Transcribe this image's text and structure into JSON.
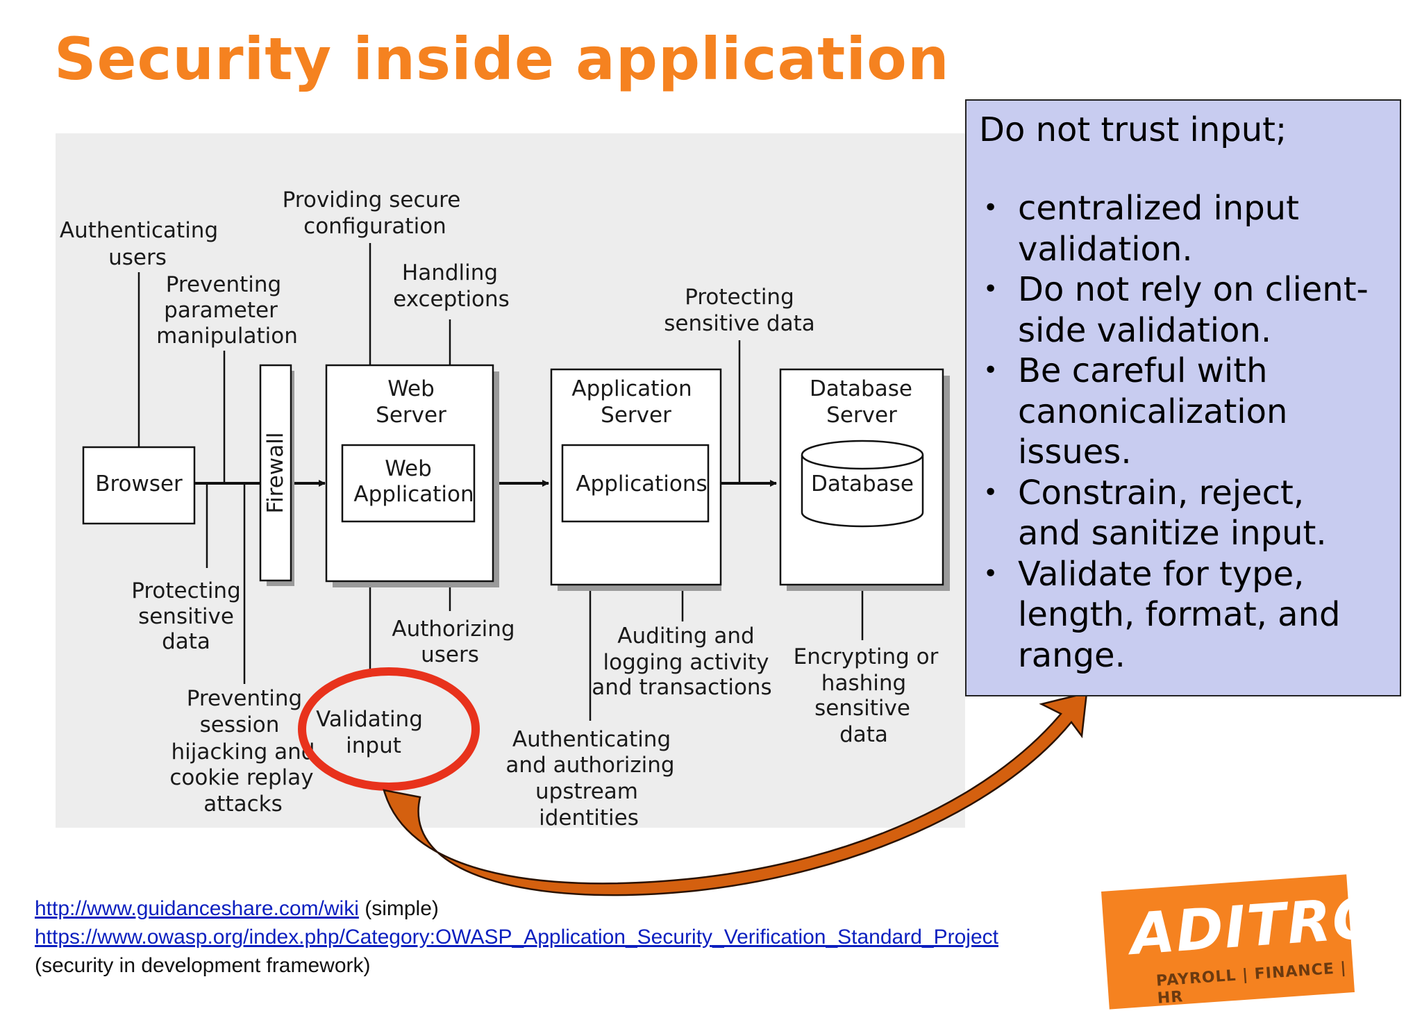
{
  "title": "Security inside application",
  "diagram": {
    "nodes": {
      "browser": "Browser",
      "firewall": "Firewall",
      "web_server": [
        "Web",
        "Server"
      ],
      "web_application": [
        "Web",
        "Application"
      ],
      "application_server": [
        "Application",
        "Server"
      ],
      "applications": "Applications",
      "database_server": [
        "Database",
        "Server"
      ],
      "database": "Database"
    },
    "labels": {
      "authenticating_users": [
        "Authenticating",
        "users"
      ],
      "providing_secure_configuration": [
        "Providing secure",
        "configuration"
      ],
      "preventing_parameter_manipulation": [
        "Preventing",
        "parameter",
        "manipulation"
      ],
      "handling_exceptions": [
        "Handling",
        "exceptions"
      ],
      "protecting_sensitive_data_top": [
        "Protecting",
        "sensitive data"
      ],
      "protecting_sensitive_data_bottom": [
        "Protecting",
        "sensitive",
        "data"
      ],
      "authorizing_users": [
        "Authorizing",
        "users"
      ],
      "auditing_and_logging": [
        "Auditing and",
        "logging activity",
        "and transactions"
      ],
      "encrypting_or_hashing": [
        "Encrypting or",
        "hashing",
        "sensitive",
        "data"
      ],
      "preventing_session_hijacking": [
        "Preventing",
        "session",
        "hijacking and",
        "cookie replay",
        "attacks"
      ],
      "validating_input": [
        "Validating",
        "input"
      ],
      "authenticating_upstream": [
        "Authenticating",
        "and authorizing",
        "upstream",
        "identities"
      ]
    },
    "colors": {
      "highlight_ring": "#e8321c",
      "arrow_fill": "#d4600f",
      "background_panel": "#ededed"
    }
  },
  "callout": {
    "heading": "Do not trust input;",
    "bullets": [
      [
        "centralized input",
        "validation."
      ],
      [
        "Do not rely on client-",
        "side validation."
      ],
      [
        "Be careful with",
        "canonicalization",
        "issues."
      ],
      [
        "Constrain, reject,",
        "and sanitize input."
      ],
      [
        "Validate for type,",
        "length, format, and",
        "range."
      ]
    ],
    "background_color": "#c8ccf0"
  },
  "links": {
    "guidance_url": "http://www.guidanceshare.com/wiki",
    "guidance_note": " (simple)",
    "owasp_url": "https://www.owasp.org/index.php/Category:OWASP_Application_Security_Verification_Standard_Project",
    "owasp_note": "(security in development framework)"
  },
  "logo": {
    "brand": "ADITRO",
    "tagline": "PAYROLL | FINANCE | HR",
    "color": "#f58220"
  }
}
